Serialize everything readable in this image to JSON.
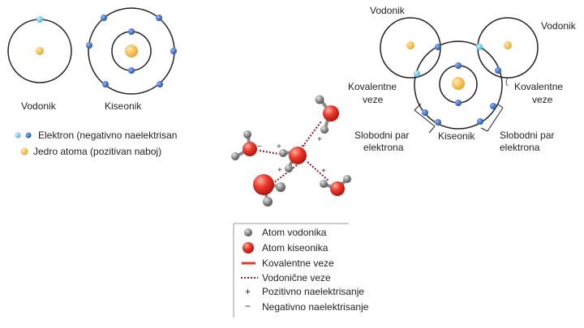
{
  "labels": {
    "hydrogen_simple": "Vodonik",
    "oxygen_simple": "Kiseonik",
    "hydrogen_left": "Vodonik",
    "hydrogen_right": "Vodonik",
    "covalent_left_1": "Kovalentne",
    "covalent_left_2": "veze",
    "covalent_right_1": "Kovalentne",
    "covalent_right_2": "veze",
    "oxygen_water": "Kiseonik",
    "lone_left_1": "Slobodni par",
    "lone_left_2": "elektrona",
    "lone_right_1": "Slobodni par",
    "lone_right_2": "elektrona"
  },
  "key_top": {
    "electron": "Elektron (negativno  naelektrisan",
    "nucleus": "Jedro atoma (pozitivan naboj)"
  },
  "legend": {
    "hydrogen_atom": "Atom vodonika",
    "oxygen_atom": "Atom kiseonika",
    "covalent_bonds": "Kovalentne veze",
    "hydrogen_bonds": "Vodonične veze",
    "positive_charge": "Pozitivno naelektrisanje",
    "negative_charge": "Negativno naelektrisanje",
    "plus_symbol": "+",
    "minus_symbol": "−"
  },
  "charges": {
    "plus": "+",
    "minus": "−",
    "bracket_mark": "("
  },
  "colors": {
    "electron_blue": "#2f63b4",
    "electron_light": "#5ec8ea",
    "nucleus": "#f0b63a",
    "oxygen_red": "#e5352b",
    "hydrogen_gray": "#808080",
    "hbond": "#8b1a2a"
  }
}
